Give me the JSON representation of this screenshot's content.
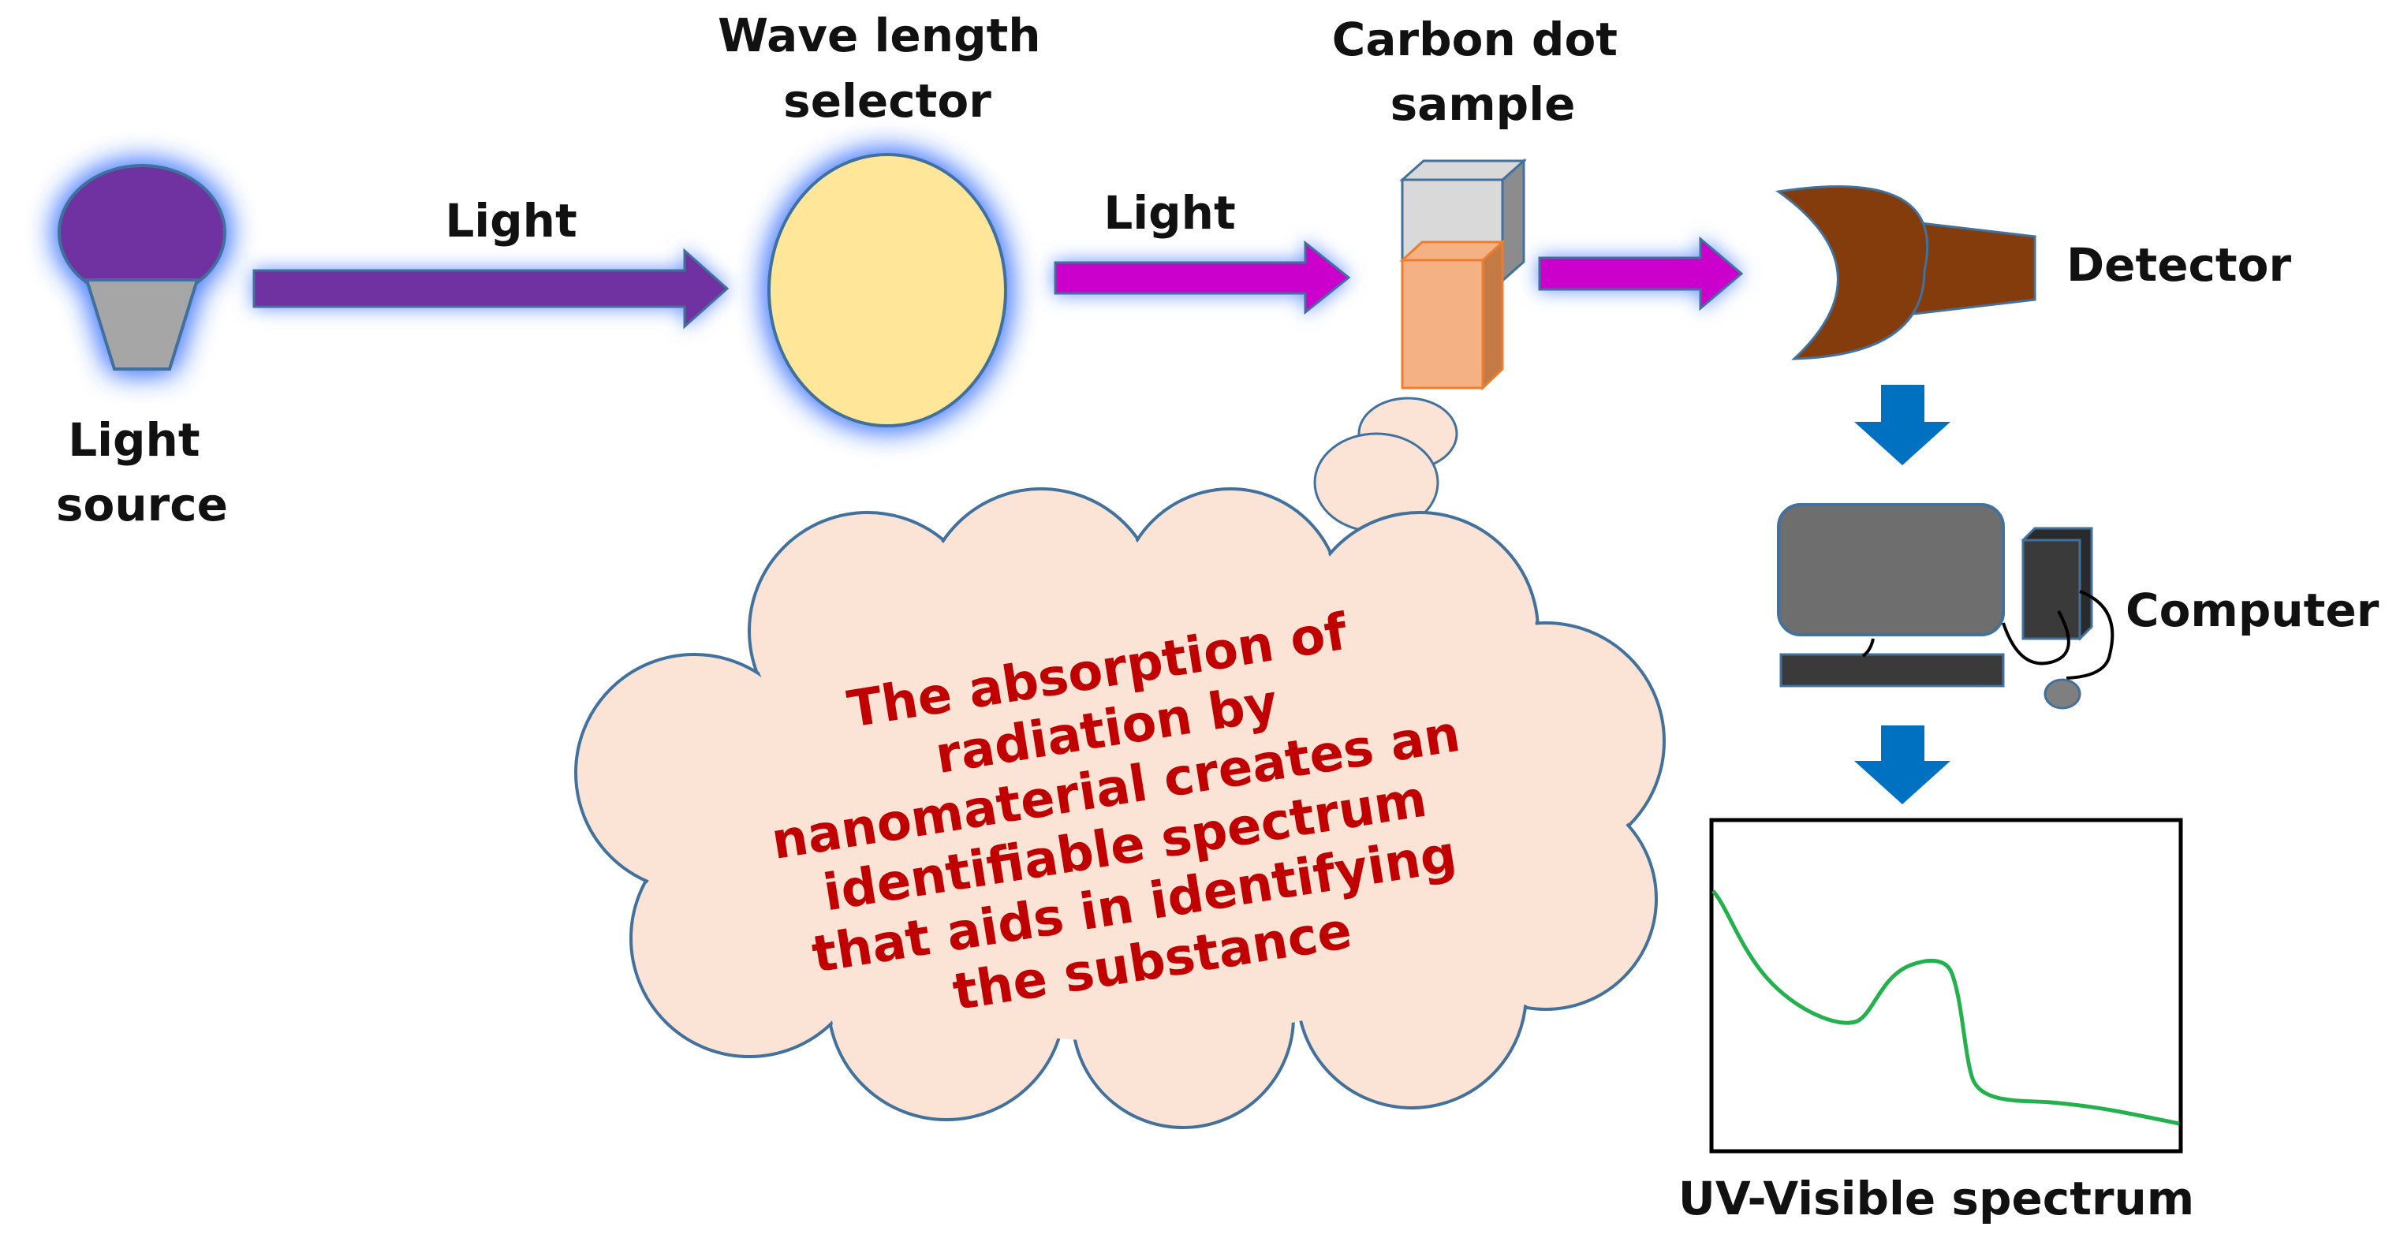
{
  "labels": {
    "light_source": [
      "Light",
      "source"
    ],
    "arrow1": "Light",
    "wavelength_selector": [
      "Wave length",
      "selector"
    ],
    "arrow2": "Light",
    "sample": [
      "Carbon dot",
      "sample"
    ],
    "detector": "Detector",
    "computer": "Computer",
    "spectrum": "UV-Visible spectrum"
  },
  "thought": {
    "lines": [
      "The absorption of",
      "radiation by",
      "nanomaterial creates an",
      "identifiable spectrum",
      "that aids in identifying",
      "the substance"
    ]
  },
  "colors": {
    "purple": "#7030a0",
    "magenta": "#cc00cc",
    "glow": "#4d7fff",
    "yellow": "#ffe699",
    "brown": "#843c0c",
    "cloud": "#fbe3d6",
    "cloud_text": "#c00000",
    "blue_arrow": "#0070c0",
    "monitor": "#6e6e6e",
    "dark": "#3a3a3a",
    "spectrum_line": "#22b14c",
    "outline": "#41719c"
  }
}
